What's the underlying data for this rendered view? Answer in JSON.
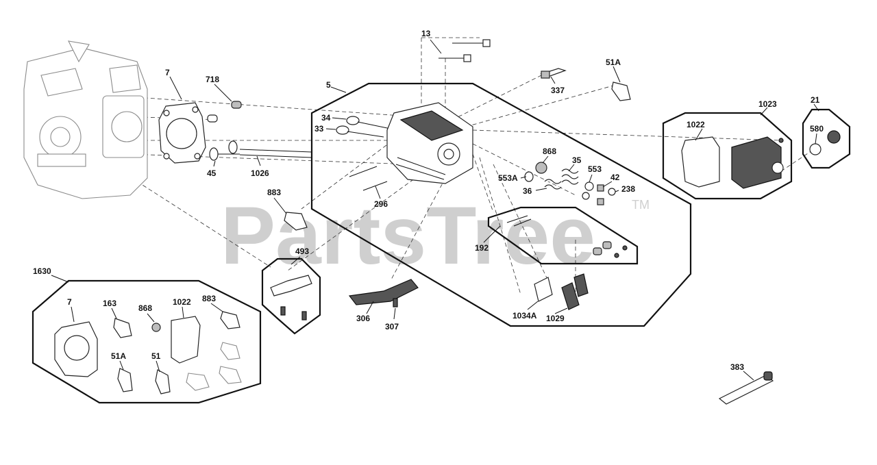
{
  "watermark": {
    "text": "PartsTree",
    "mark": "TM"
  },
  "callouts": {
    "c13": "13",
    "c51a_top": "51A",
    "c337": "337",
    "c7": "7",
    "c718": "718",
    "c5": "5",
    "c34": "34",
    "c33": "33",
    "c45": "45",
    "c1026": "1026",
    "c868": "868",
    "c35": "35",
    "c553a": "553A",
    "c553": "553",
    "c42": "42",
    "c36": "36",
    "c238": "238",
    "c296": "296",
    "c883": "883",
    "c192": "192",
    "c493": "493",
    "c1023": "1023",
    "c1022": "1022",
    "c21": "21",
    "c580": "580",
    "c1630": "1630",
    "c7_kit": "7",
    "c163_kit": "163",
    "c868_kit": "868",
    "c1022_kit": "1022",
    "c883_kit": "883",
    "c51a_kit": "51A",
    "c51_kit": "51",
    "c306": "306",
    "c307": "307",
    "c1034a": "1034A",
    "c1029": "1029",
    "c383": "383"
  },
  "icons": [
    "engine-block",
    "head-gasket",
    "cylinder-head",
    "valve",
    "valve-spring",
    "push-rod",
    "rocker-cover",
    "breather-cap",
    "spark-plug",
    "tool"
  ]
}
